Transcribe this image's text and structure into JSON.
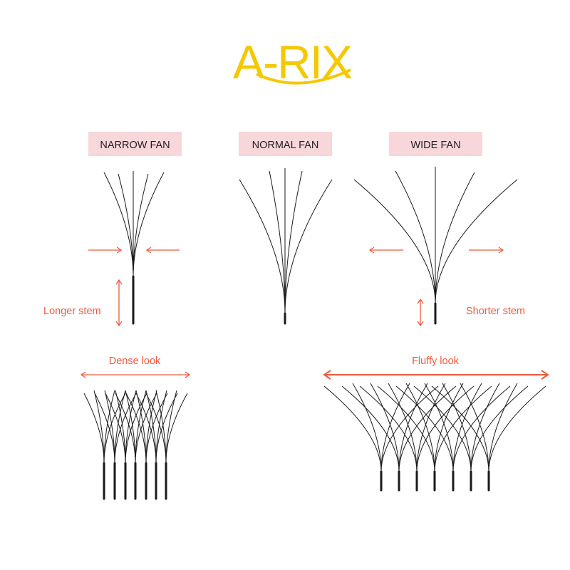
{
  "logo": {
    "text": "A-RIX",
    "color": "#F5C800"
  },
  "colors": {
    "label_bg": "#F7D7D9",
    "label_text": "#231F20",
    "accent": "#EF5A3C",
    "lash": "#1A1A1A"
  },
  "fans": [
    {
      "label": "NARROW FAN"
    },
    {
      "label": "NORMAL FAN"
    },
    {
      "label": "WIDE FAN"
    }
  ],
  "annotations": {
    "longer_stem": "Longer stem",
    "shorter_stem": "Shorter stem",
    "dense_look": "Dense look",
    "fluffy_look": "Fluffy look"
  }
}
